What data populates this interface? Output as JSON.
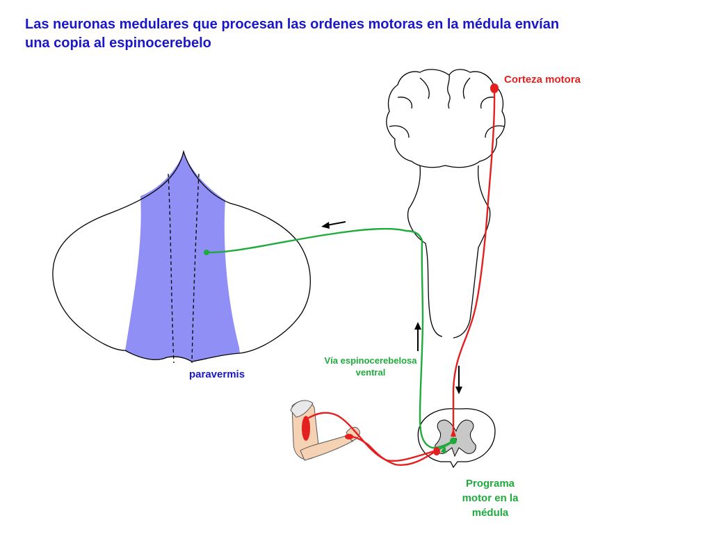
{
  "title": {
    "line1": "Las neuronas medulares que procesan las ordenes motoras en la médula envían",
    "line2": "una copia al espinocerebelo"
  },
  "labels": {
    "corteza_motora": "Corteza motora",
    "paravermis": "paravermis",
    "via_line1": "Vía espinocerebelosa",
    "via_line2": "ventral",
    "programa_line1": "Programa",
    "programa_line2": "motor en la",
    "programa_line3": "médula"
  },
  "colors": {
    "title": "#1a17c9",
    "motor_pathway": "#e41f1f",
    "spinocerebellar_pathway": "#1faa3c",
    "paravermis_fill": "#8f8ff5",
    "paravermis_label": "#1a17c9",
    "outline": "#000000",
    "gray_matter": "#c8c8c8"
  }
}
